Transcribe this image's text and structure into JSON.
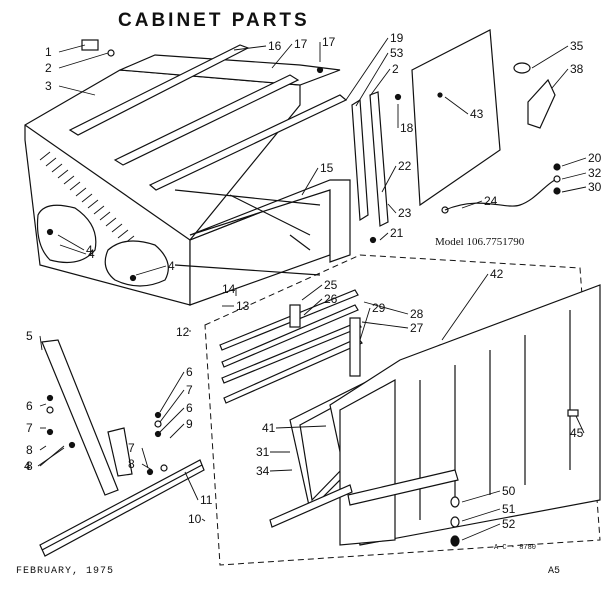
{
  "title": "CABINET PARTS",
  "model": "Model 106.7751790",
  "date": "FEBRUARY, 1975",
  "page": "A5",
  "code": "A C - 8780",
  "callouts": [
    "1",
    "2",
    "3",
    "4",
    "4",
    "4",
    "5",
    "6",
    "7",
    "8",
    "8",
    "4",
    "6",
    "7",
    "6",
    "7",
    "8",
    "9",
    "10",
    "11",
    "12",
    "13",
    "14",
    "15",
    "16",
    "17",
    "17",
    "18",
    "19",
    "53",
    "2",
    "21",
    "22",
    "23",
    "24",
    "25",
    "26",
    "27",
    "28",
    "29",
    "20",
    "32",
    "30",
    "31",
    "34",
    "35",
    "38",
    "41",
    "42",
    "43",
    "45",
    "50",
    "51",
    "52"
  ]
}
